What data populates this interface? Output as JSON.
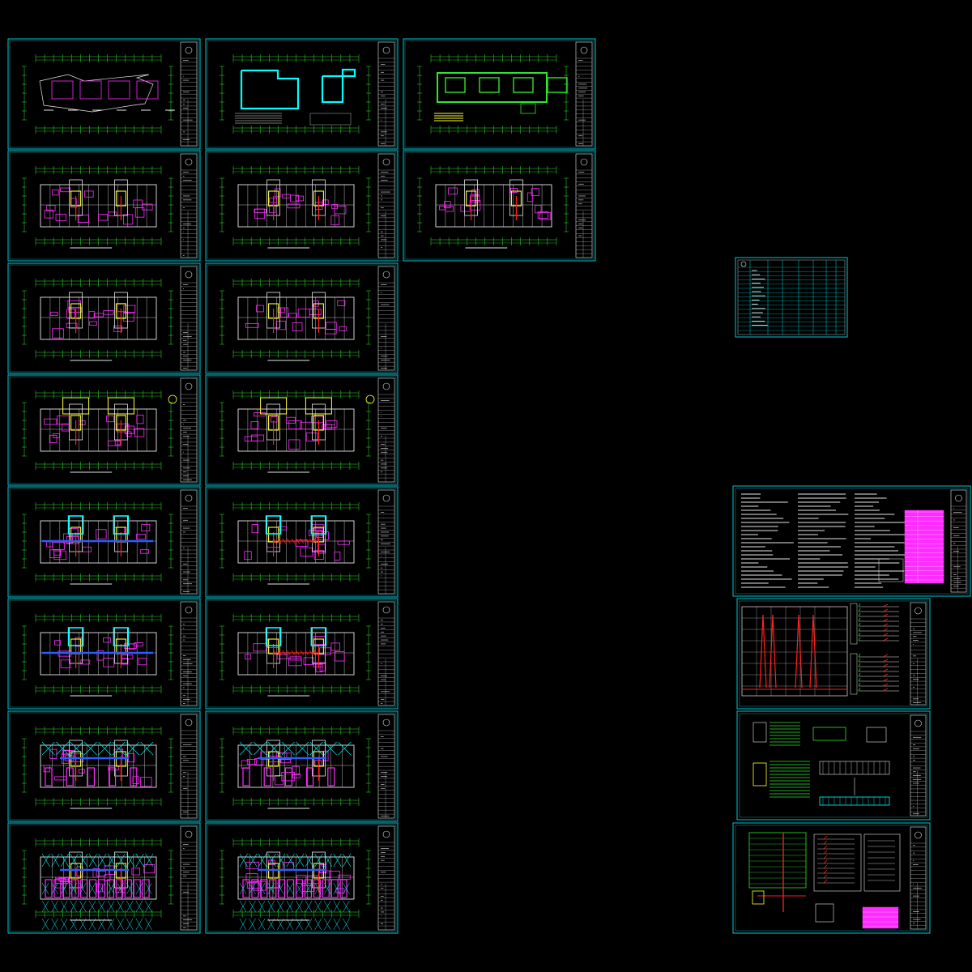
{
  "drawing": {
    "background": "#000000",
    "colors": {
      "frame": "#00c8d2",
      "line_white": "#e6e6e6",
      "line_green": "#2ee62e",
      "line_magenta": "#ff2bff",
      "line_yellow": "#ffff33",
      "line_red": "#ff2020",
      "line_blue": "#2b5cff",
      "line_cyan": "#00ffff",
      "line_pink": "#ff66cc"
    }
  },
  "sheets": {
    "floor_plan_sheets": [
      {
        "row": 0,
        "col": 0,
        "variant": "site-outline"
      },
      {
        "row": 0,
        "col": 1,
        "variant": "cyan-outline"
      },
      {
        "row": 0,
        "col": 2,
        "variant": "green-outline"
      },
      {
        "row": 1,
        "col": 0,
        "variant": "floor"
      },
      {
        "row": 1,
        "col": 1,
        "variant": "floor"
      },
      {
        "row": 1,
        "col": 2,
        "variant": "floor"
      },
      {
        "row": 2,
        "col": 0,
        "variant": "floor"
      },
      {
        "row": 2,
        "col": 1,
        "variant": "floor"
      },
      {
        "row": 3,
        "col": 0,
        "variant": "floor-yellow"
      },
      {
        "row": 3,
        "col": 1,
        "variant": "floor-yellow"
      },
      {
        "row": 4,
        "col": 0,
        "variant": "pipe-blue"
      },
      {
        "row": 4,
        "col": 1,
        "variant": "pipe-red"
      },
      {
        "row": 5,
        "col": 0,
        "variant": "pipe-blue"
      },
      {
        "row": 5,
        "col": 1,
        "variant": "pipe-red"
      },
      {
        "row": 6,
        "col": 0,
        "variant": "basement"
      },
      {
        "row": 6,
        "col": 1,
        "variant": "basement"
      },
      {
        "row": 7,
        "col": 0,
        "variant": "basement-dense"
      },
      {
        "row": 7,
        "col": 1,
        "variant": "basement-dense"
      }
    ],
    "legend_table_sheet": {
      "variant": "table"
    },
    "right_column_sheets": [
      {
        "variant": "notes"
      },
      {
        "variant": "riser-diagram"
      },
      {
        "variant": "system-diagram"
      },
      {
        "variant": "schedule-diagram"
      }
    ]
  }
}
